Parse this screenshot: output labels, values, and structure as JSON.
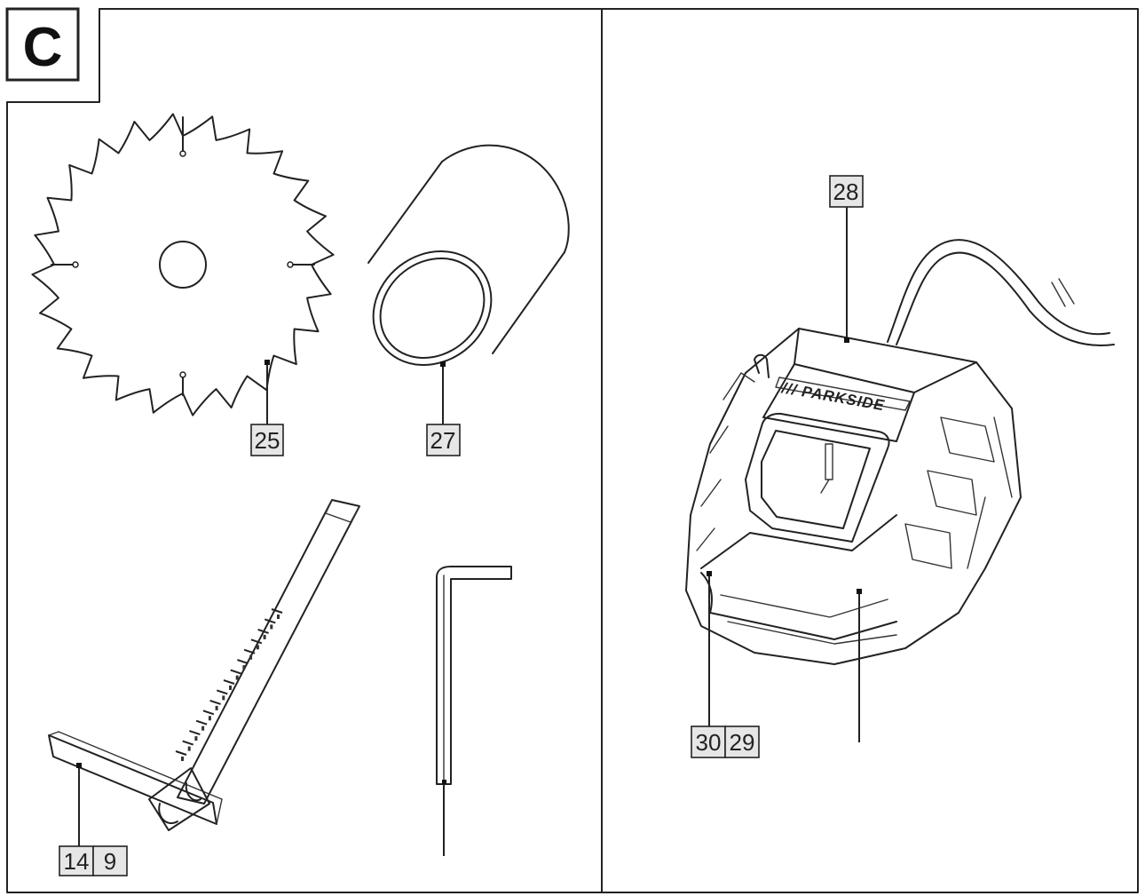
{
  "section_label": "C",
  "brand": "/// PARKSIDE",
  "parts": {
    "saw_blade": "25",
    "adapter_sleeve": "27",
    "charger": "28",
    "charger_left_indicator": "30",
    "charger_right_indicator": "29",
    "parallel_guide_a": "14",
    "parallel_guide_b": "9"
  }
}
